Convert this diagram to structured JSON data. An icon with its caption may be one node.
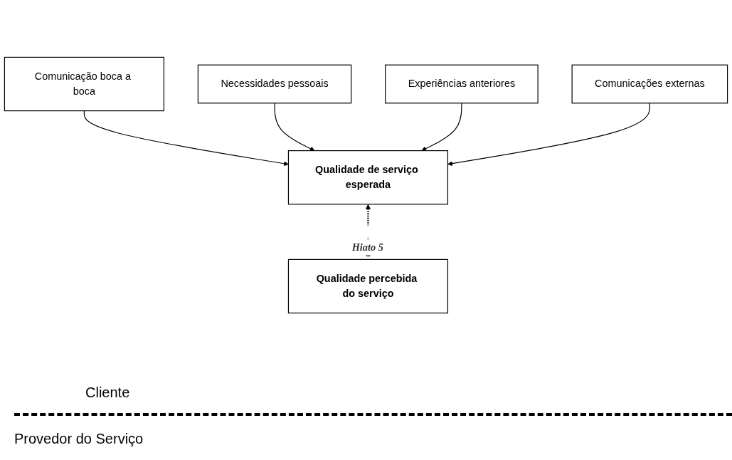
{
  "diagram": {
    "nodes": [
      {
        "text": [
          "Comunicação boca a boca"
        ]
      },
      {
        "text": [
          "Necessidades pessoais"
        ]
      },
      {
        "text": [
          "Experiências anteriores"
        ]
      },
      {
        "text": [
          "Qualidade de serviço esperada"
        ]
      },
      {
        "text": [
          "Qualidade percebida do serviço"
        ]
      },
      {
        "text": [
          "Comunicações externas"
        ]
      }
    ],
    "edges": [
      {
        "from": 0,
        "to": 3,
        "arrow": "to"
      },
      {
        "from": 1,
        "to": 3,
        "arrow": "to"
      },
      {
        "from": 2,
        "to": 3,
        "arrow": "to"
      },
      {
        "from": 3,
        "to": 4,
        "arrow": "both",
        "style": "dashed",
        "label": "Hiato 5"
      },
      {
        "from": 5,
        "to": 3,
        "arrow": "to"
      }
    ],
    "labels": [
      "Cliente",
      "Provedor do Serviço"
    ]
  }
}
